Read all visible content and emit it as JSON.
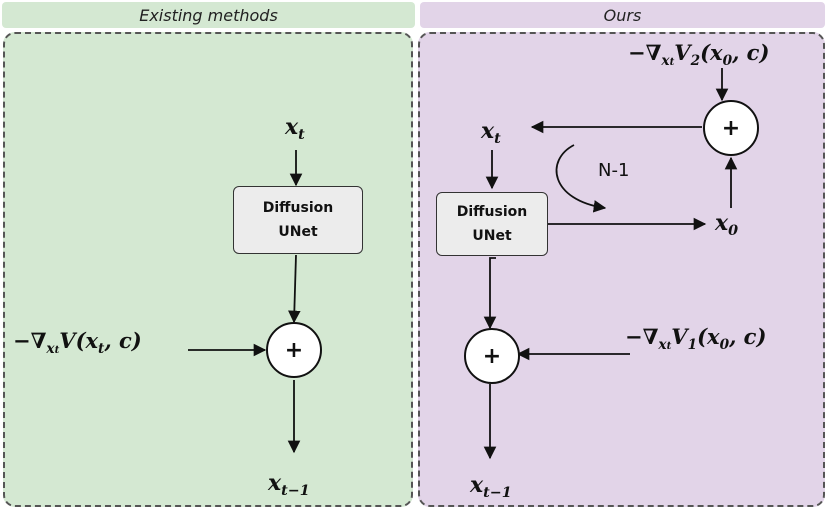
{
  "headers": {
    "left": "Existing methods",
    "right": "Ours"
  },
  "left": {
    "input": {
      "base": "x",
      "sub": "t"
    },
    "unet_line1": "Diffusion",
    "unet_line2": "UNet",
    "plus": "+",
    "guidance": {
      "prefix": "−∇",
      "sub": "x",
      "subsub": "t",
      "rest": "V(x",
      "rest_sub": "t",
      "rest_end": ", c)"
    },
    "output": {
      "base": "x",
      "sub": "t−1"
    }
  },
  "right": {
    "input": {
      "base": "x",
      "sub": "t"
    },
    "unet_line1": "Diffusion",
    "unet_line2": "UNet",
    "loop_label": "N-1",
    "x0": {
      "base": "x",
      "sub": "0"
    },
    "plus_top": "+",
    "plus_bottom": "+",
    "guidance_top": {
      "prefix": "−∇",
      "sub": "x",
      "subsub": "t",
      "rest": "V",
      "vsub": "2",
      "args": "(x",
      "args_sub": "0",
      "args_end": ", c)"
    },
    "guidance_bottom": {
      "prefix": "−∇",
      "sub": "x",
      "subsub": "t",
      "rest": "V",
      "vsub": "1",
      "args": "(x",
      "args_sub": "0",
      "args_end": ", c)"
    },
    "output": {
      "base": "x",
      "sub": "t−1"
    }
  }
}
